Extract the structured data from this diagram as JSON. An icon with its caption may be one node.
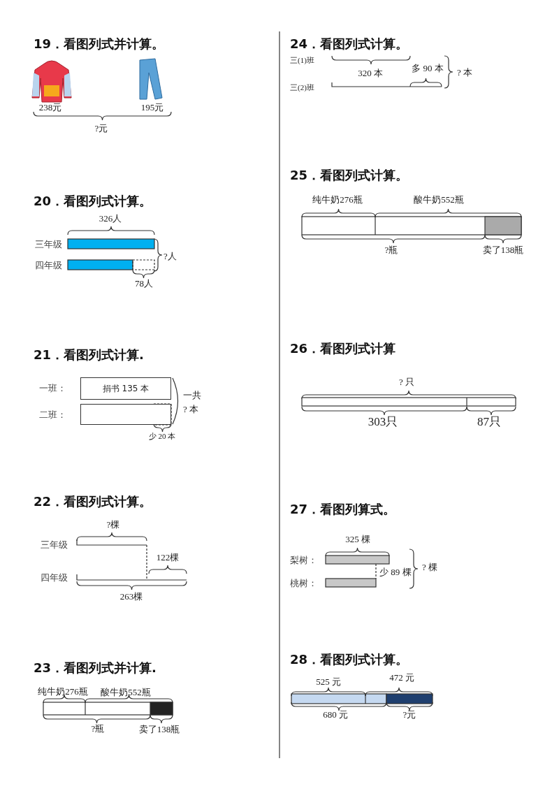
{
  "diagram": {
    "nodes": [
      {
        "text": [
          "捐书 135 本"
        ]
      },
      {
        "text": [],
        "shape": "box"
      }
    ],
    "edges": [],
    "labels": [
      "19．看图列式并计算。",
      "238元",
      "195元",
      "?元",
      "20．看图列式计算。",
      "326人",
      "三年级",
      "四年级",
      "?人",
      "78人",
      "21．看图列式计算.",
      "一班：",
      "二班：",
      "一共",
      "? 本",
      "少 20 本",
      "22．看图列式计算。",
      "?棵",
      "三年级",
      "122棵",
      "四年级",
      "263棵",
      "23．看图列式并计算.",
      "纯牛奶276瓶",
      "酸牛奶552瓶",
      "?瓶",
      "卖了138瓶",
      "24．看图列式计算。",
      "三(1)班",
      "320 本",
      "多 90 本",
      "? 本",
      "三(2)班",
      "25．看图列式计算。",
      "纯牛奶276瓶",
      "酸牛奶552瓶",
      "?瓶",
      "卖了138瓶",
      "26．看图列式计算",
      "? 只",
      "303只",
      "87只",
      "27．看图列算式。",
      "325 棵",
      "梨树：",
      "少 89 棵",
      "? 棵",
      "桃树：",
      "28．看图列式计算。",
      "525 元",
      "472 元",
      "680 元",
      "?元"
    ]
  }
}
